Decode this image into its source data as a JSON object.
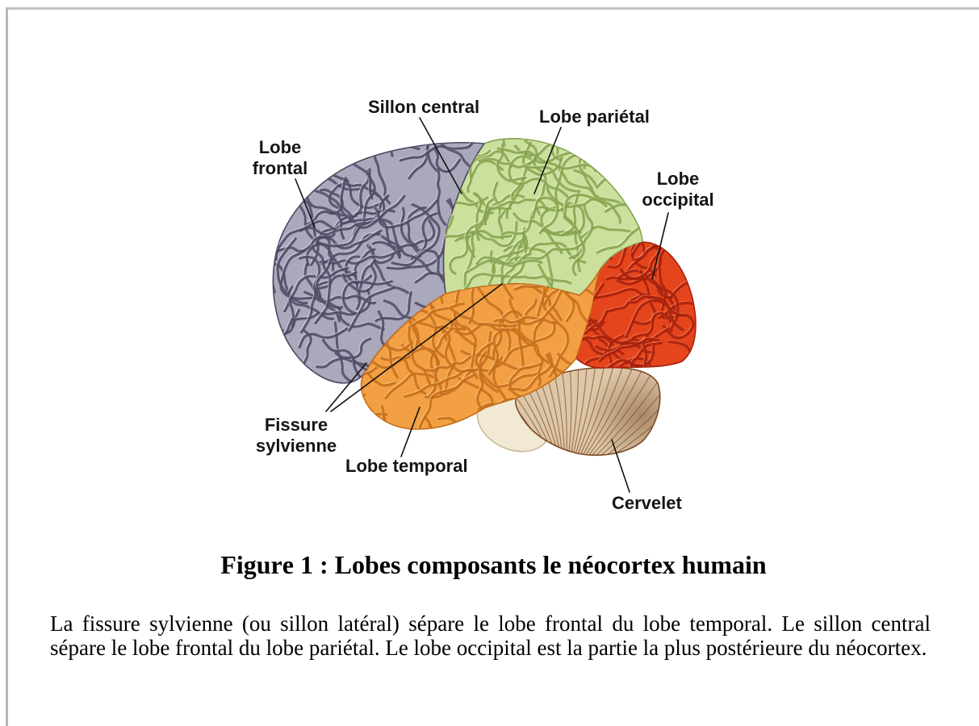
{
  "figure": {
    "labels": {
      "central_sulcus": "Sillon central",
      "parietal": "Lobe pariétal",
      "frontal": "Lobe frontal",
      "occipital": "Lobe occipital",
      "sylvian_fissure": "Fissure sylvienne",
      "temporal": "Lobe temporal",
      "cerebellum": "Cervelet"
    },
    "colors": {
      "frontal": "#aaa8bb",
      "parietal": "#cbe09d",
      "occipital": "#e5451d",
      "temporal": "#f2a043",
      "cerebellum": "#dcc7a8",
      "brainstem": "#f1e9d3"
    },
    "fold_colors": {
      "frontal": "#4d4862",
      "parietal": "#86a24e",
      "occipital": "#a51f0a",
      "temporal": "#c66c1a",
      "cerebellum": "#7d4b26",
      "brainstem": "#c9b896"
    },
    "highlight_colors": {
      "frontal": "#dedced",
      "parietal": "#eef7d2",
      "occipital": "#f98a62",
      "temporal": "#fcd08c"
    },
    "caption": "Figure 1 : Lobes composants le néocortex humain"
  },
  "body": {
    "paragraph": "La fissure sylvienne (ou sillon latéral) sépare le lobe frontal du lobe temporal. Le sillon central sépare le lobe frontal du lobe pariétal. Le lobe occipital est la partie la plus postérieure du néocortex."
  }
}
